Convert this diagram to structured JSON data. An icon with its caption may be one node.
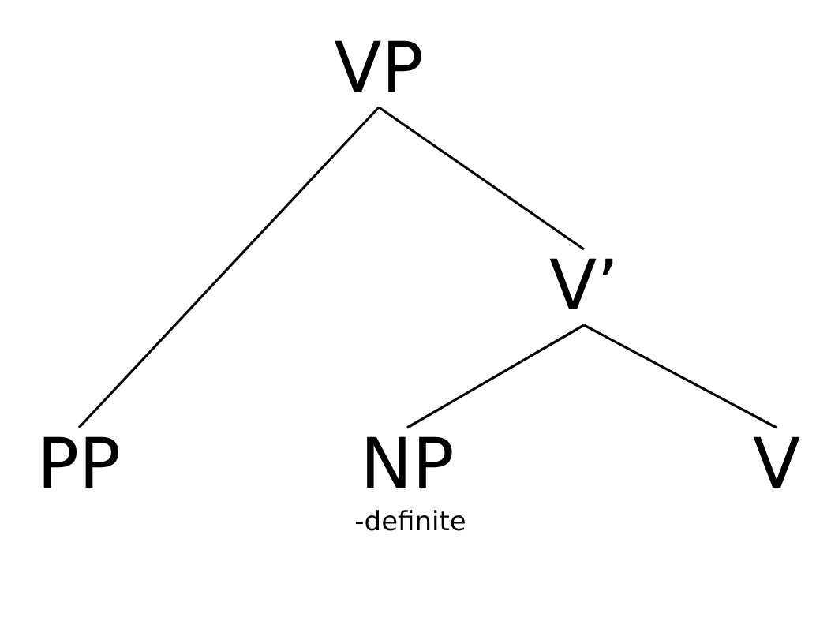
{
  "diagram": {
    "nodes": [
      {
        "text": [
          "VP"
        ]
      },
      {
        "text": [
          "V’"
        ]
      },
      {
        "text": [
          "PP"
        ]
      },
      {
        "text": [
          "NP"
        ],
        "beside": [
          "-definite"
        ]
      },
      {
        "text": [
          "V"
        ]
      }
    ],
    "edges": [
      {
        "from": 0,
        "to": 2,
        "arrow": "none"
      },
      {
        "from": 0,
        "to": 1,
        "arrow": "none"
      },
      {
        "from": 1,
        "to": 3,
        "arrow": "none"
      },
      {
        "from": 1,
        "to": 4,
        "arrow": "none"
      }
    ]
  }
}
